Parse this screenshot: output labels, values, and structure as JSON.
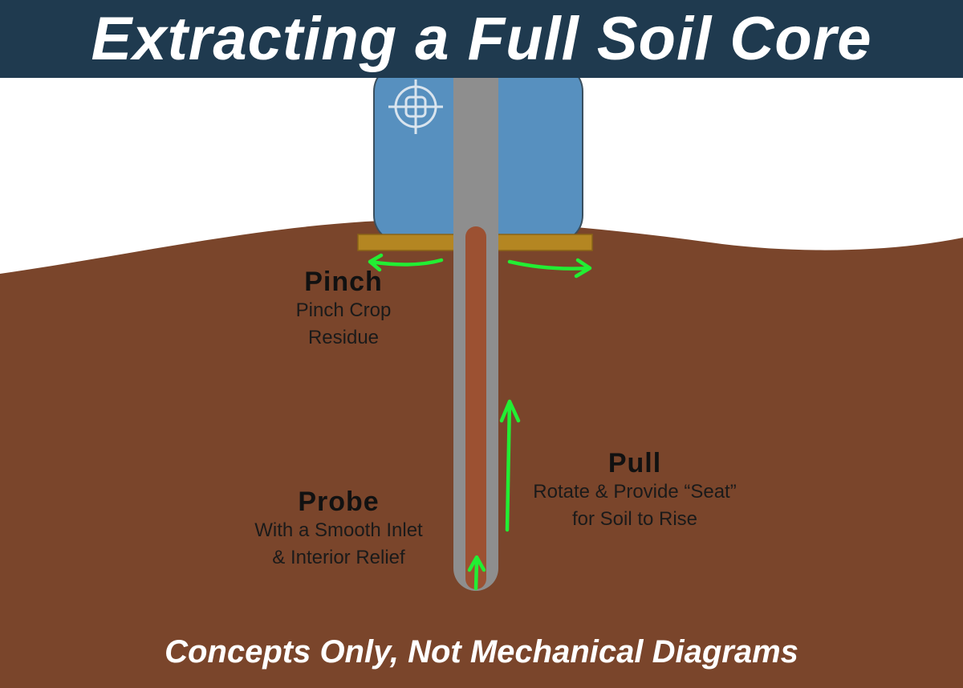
{
  "title": "Extracting a Full Soil Core",
  "footer": "Concepts Only, Not Mechanical Diagrams",
  "labels": {
    "pinch": {
      "head": "Pinch",
      "line1": "Pinch Crop",
      "line2": "Residue"
    },
    "probe": {
      "head": "Probe",
      "line1": "With a Smooth Inlet",
      "line2": "& Interior Relief"
    },
    "pull": {
      "head": "Pull",
      "line1": "Rotate & Provide “Seat”",
      "line2": "for Soil to Rise"
    }
  },
  "colors": {
    "title_bar": "#1f3a4f",
    "soil": "#7a452b",
    "handle": "#5790bf",
    "probe_tube": "#8e8e8e",
    "soil_core": "#9c5132",
    "residue_plate": "#b48622",
    "arrows": "#22ee33"
  },
  "icons": {
    "logo": "crosshair-logo-icon"
  }
}
